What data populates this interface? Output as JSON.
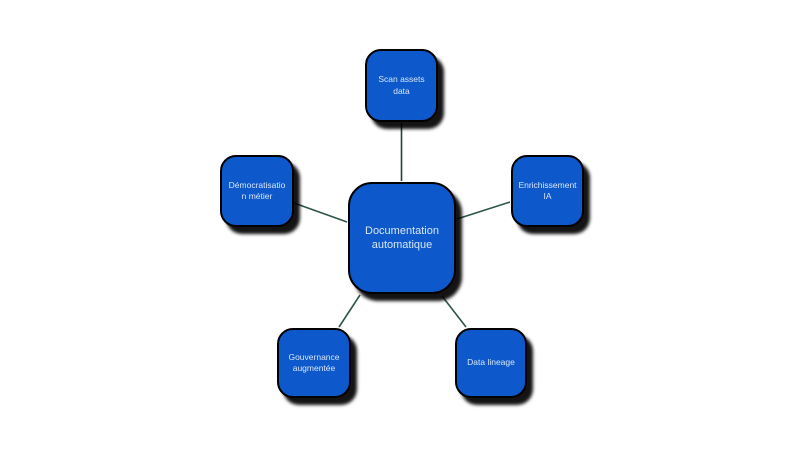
{
  "diagram": {
    "type": "radial-diagram",
    "background_color": "#ffffff",
    "node_fill_color": "#0d58ca",
    "node_border_color": "#000000",
    "node_text_color": "#d8e6fa",
    "connector_color": "#2d5449",
    "center": {
      "label": "Documentation automatique",
      "lines": [
        "Documentation",
        "automatique"
      ]
    },
    "nodes": {
      "top": {
        "label": "Scan assets data",
        "lines": [
          "Scan assets",
          "data"
        ]
      },
      "right": {
        "label": "Enrichissement IA",
        "lines": [
          "Enrichissement",
          "IA"
        ]
      },
      "bottom_right": {
        "label": "Data lineage",
        "lines": [
          "Data lineage"
        ]
      },
      "bottom_left": {
        "label": "Gouvernance augmentée",
        "lines": [
          "Gouvernance",
          "augmentée"
        ]
      },
      "left": {
        "label": "Démocratisation métier",
        "lines": [
          "Démocratisatio",
          "n métier"
        ]
      }
    },
    "edges": [
      {
        "from": "Documentation automatique",
        "to": "Scan assets data"
      },
      {
        "from": "Documentation automatique",
        "to": "Enrichissement IA"
      },
      {
        "from": "Documentation automatique",
        "to": "Data lineage"
      },
      {
        "from": "Documentation automatique",
        "to": "Gouvernance augmentée"
      },
      {
        "from": "Documentation automatique",
        "to": "Démocratisation métier"
      }
    ]
  }
}
